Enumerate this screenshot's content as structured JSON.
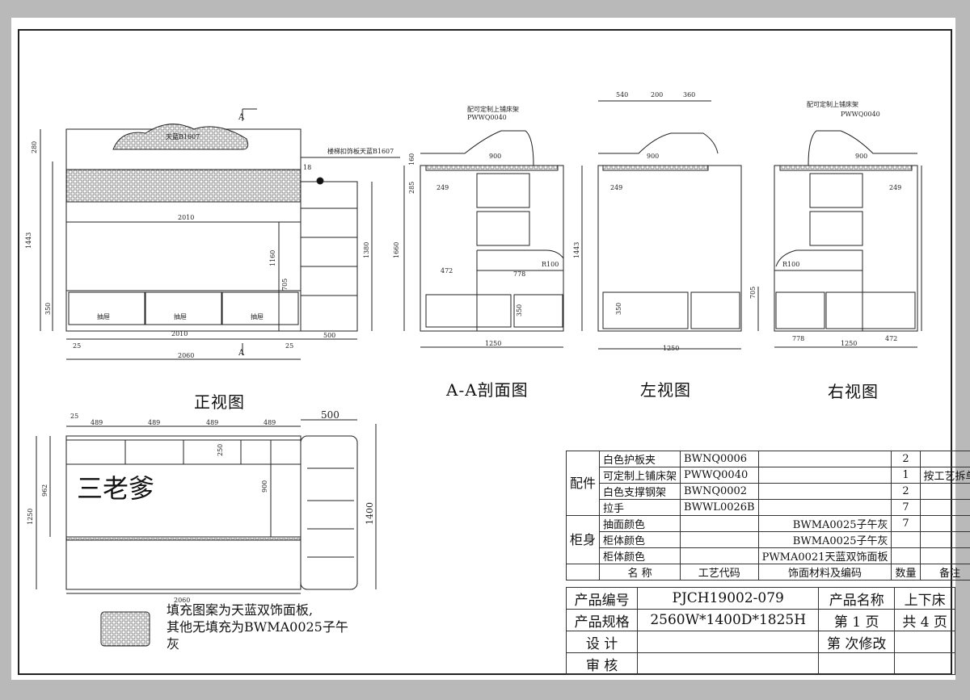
{
  "views": {
    "front": "正视图",
    "section": "A-A剖面图",
    "left": "左视图",
    "right": "右视图"
  },
  "watermark": "三老爹",
  "note": {
    "line1": "填充图案为天蓝双饰面板,",
    "line2": "其他无填充为BWMA0025子午",
    "line3": "灰"
  },
  "dims": {
    "d2010": "2010",
    "d2060": "2060",
    "d25": "25",
    "d500": "500",
    "d1443": "1443",
    "d1380": "1380",
    "d1160": "1160",
    "d705": "705",
    "d350": "350",
    "d280": "280",
    "d18": "18",
    "d489": "489",
    "d900": "900",
    "d1250": "1250",
    "d1400": "1400",
    "d962": "962",
    "d160": "160",
    "d285": "285",
    "d249": "249",
    "d1660": "1660",
    "d472": "472",
    "d778": "778",
    "r100": "R100",
    "d540": "540",
    "d200": "200",
    "d360": "360",
    "d250": "250",
    "secA": "A"
  },
  "callouts": {
    "ladder_board": "楼梯扣饰板天蓝B1607",
    "headboard": "天蓝B1607",
    "rack": "配可定制上铺床架",
    "rack_code": "PWWQ0040",
    "drawer": "抽屉"
  },
  "bom": {
    "group1": "配件",
    "group2": "柜身",
    "rows": [
      {
        "name": "白色护板夹",
        "code": "BWNQ0006",
        "material": "",
        "qty": "2",
        "remark": ""
      },
      {
        "name": "可定制上铺床架",
        "code": "PWWQ0040",
        "material": "",
        "qty": "1",
        "remark": "按工艺拆单"
      },
      {
        "name": "白色支撑钢架",
        "code": "BWNQ0002",
        "material": "",
        "qty": "2",
        "remark": ""
      },
      {
        "name": "拉手",
        "code": "BWWL0026B",
        "material": "",
        "qty": "7",
        "remark": ""
      },
      {
        "name": "抽面颜色",
        "code": "",
        "material": "BWMA0025子午灰",
        "qty": "7",
        "remark": ""
      },
      {
        "name": "柜体颜色",
        "code": "",
        "material": "BWMA0025子午灰",
        "qty": "",
        "remark": ""
      },
      {
        "name": "柜体颜色",
        "code": "",
        "material": "PWMA0021天蓝双饰面板",
        "qty": "",
        "remark": ""
      }
    ],
    "header": {
      "name": "名 称",
      "code": "工艺代码",
      "material": "饰面材料及编码",
      "qty": "数量",
      "remark": "备注"
    }
  },
  "titleblock": {
    "product_no_label": "产品编号",
    "product_no": "PJCH19002-079",
    "product_name_label": "产品名称",
    "product_name": "上下床",
    "spec_label": "产品规格",
    "spec": "2560W*1400D*1825H",
    "page": "第 1 页",
    "total": "共 4 页",
    "design_label": "设    计",
    "revision": "第  次修改",
    "review_label": "审    核"
  }
}
